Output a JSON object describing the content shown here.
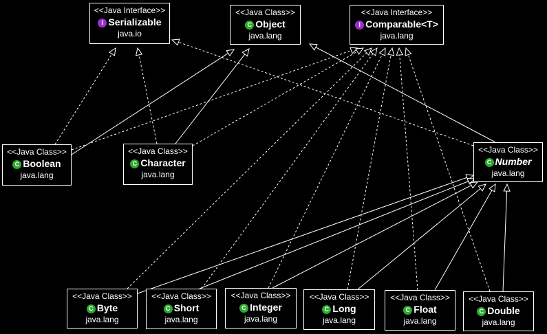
{
  "nodes": {
    "serializable": {
      "stereotype": "<<Java Interface>>",
      "badge": "I",
      "kind": "interface",
      "name": "Serializable",
      "package": "java.io"
    },
    "object": {
      "stereotype": "<<Java Class>>",
      "badge": "C",
      "kind": "class",
      "name": "Object",
      "package": "java.lang"
    },
    "comparable": {
      "stereotype": "<<Java Interface>>",
      "badge": "I",
      "kind": "interface",
      "name": "Comparable<T>",
      "package": "java.lang"
    },
    "boolean": {
      "stereotype": "<<Java Class>>",
      "badge": "C",
      "kind": "class",
      "name": "Boolean",
      "package": "java.lang"
    },
    "character": {
      "stereotype": "<<Java Class>>",
      "badge": "C",
      "kind": "class",
      "name": "Character",
      "package": "java.lang"
    },
    "number": {
      "stereotype": "<<Java Class>>",
      "badge": "C",
      "kind": "class",
      "name": "Number",
      "package": "java.lang"
    },
    "byte": {
      "stereotype": "<<Java Class>>",
      "badge": "C",
      "kind": "class",
      "name": "Byte",
      "package": "java.lang"
    },
    "short": {
      "stereotype": "<<Java Class>>",
      "badge": "C",
      "kind": "class",
      "name": "Short",
      "package": "java.lang"
    },
    "integer": {
      "stereotype": "<<Java Class>>",
      "badge": "C",
      "kind": "class",
      "name": "Integer",
      "package": "java.lang"
    },
    "long": {
      "stereotype": "<<Java Class>>",
      "badge": "C",
      "kind": "class",
      "name": "Long",
      "package": "java.lang"
    },
    "float": {
      "stereotype": "<<Java Class>>",
      "badge": "C",
      "kind": "class",
      "name": "Float",
      "package": "java.lang"
    },
    "double": {
      "stereotype": "<<Java Class>>",
      "badge": "C",
      "kind": "class",
      "name": "Double",
      "package": "java.lang"
    }
  },
  "relations": [
    {
      "from": "boolean",
      "to": "serializable",
      "type": "implements"
    },
    {
      "from": "boolean",
      "to": "object",
      "type": "extends"
    },
    {
      "from": "boolean",
      "to": "comparable",
      "type": "implements"
    },
    {
      "from": "character",
      "to": "serializable",
      "type": "implements"
    },
    {
      "from": "character",
      "to": "object",
      "type": "extends"
    },
    {
      "from": "character",
      "to": "comparable",
      "type": "implements"
    },
    {
      "from": "number",
      "to": "serializable",
      "type": "implements"
    },
    {
      "from": "number",
      "to": "object",
      "type": "extends"
    },
    {
      "from": "byte",
      "to": "number",
      "type": "extends"
    },
    {
      "from": "byte",
      "to": "comparable",
      "type": "implements"
    },
    {
      "from": "short",
      "to": "number",
      "type": "extends"
    },
    {
      "from": "short",
      "to": "comparable",
      "type": "implements"
    },
    {
      "from": "integer",
      "to": "number",
      "type": "extends"
    },
    {
      "from": "integer",
      "to": "comparable",
      "type": "implements"
    },
    {
      "from": "long",
      "to": "number",
      "type": "extends"
    },
    {
      "from": "long",
      "to": "comparable",
      "type": "implements"
    },
    {
      "from": "float",
      "to": "number",
      "type": "extends"
    },
    {
      "from": "float",
      "to": "comparable",
      "type": "implements"
    },
    {
      "from": "double",
      "to": "number",
      "type": "extends"
    },
    {
      "from": "double",
      "to": "comparable",
      "type": "implements"
    }
  ]
}
